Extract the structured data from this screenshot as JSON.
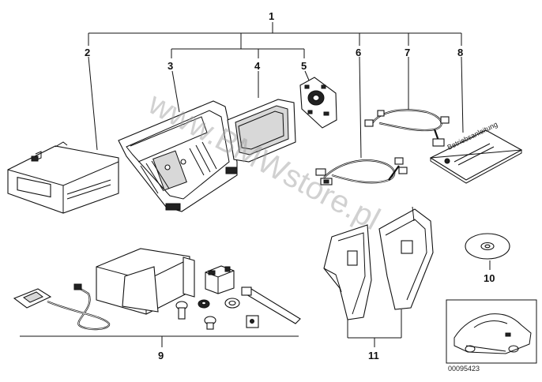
{
  "callouts": {
    "c1": "1",
    "c2": "2",
    "c3": "3",
    "c4": "4",
    "c5": "5",
    "c6": "6",
    "c7": "7",
    "c8": "8",
    "c9": "9",
    "c10": "10",
    "c11": "11"
  },
  "watermark": "www.BMWstore.pl",
  "manual_title": "Betriebsanleitung",
  "reference_number": "00095423"
}
